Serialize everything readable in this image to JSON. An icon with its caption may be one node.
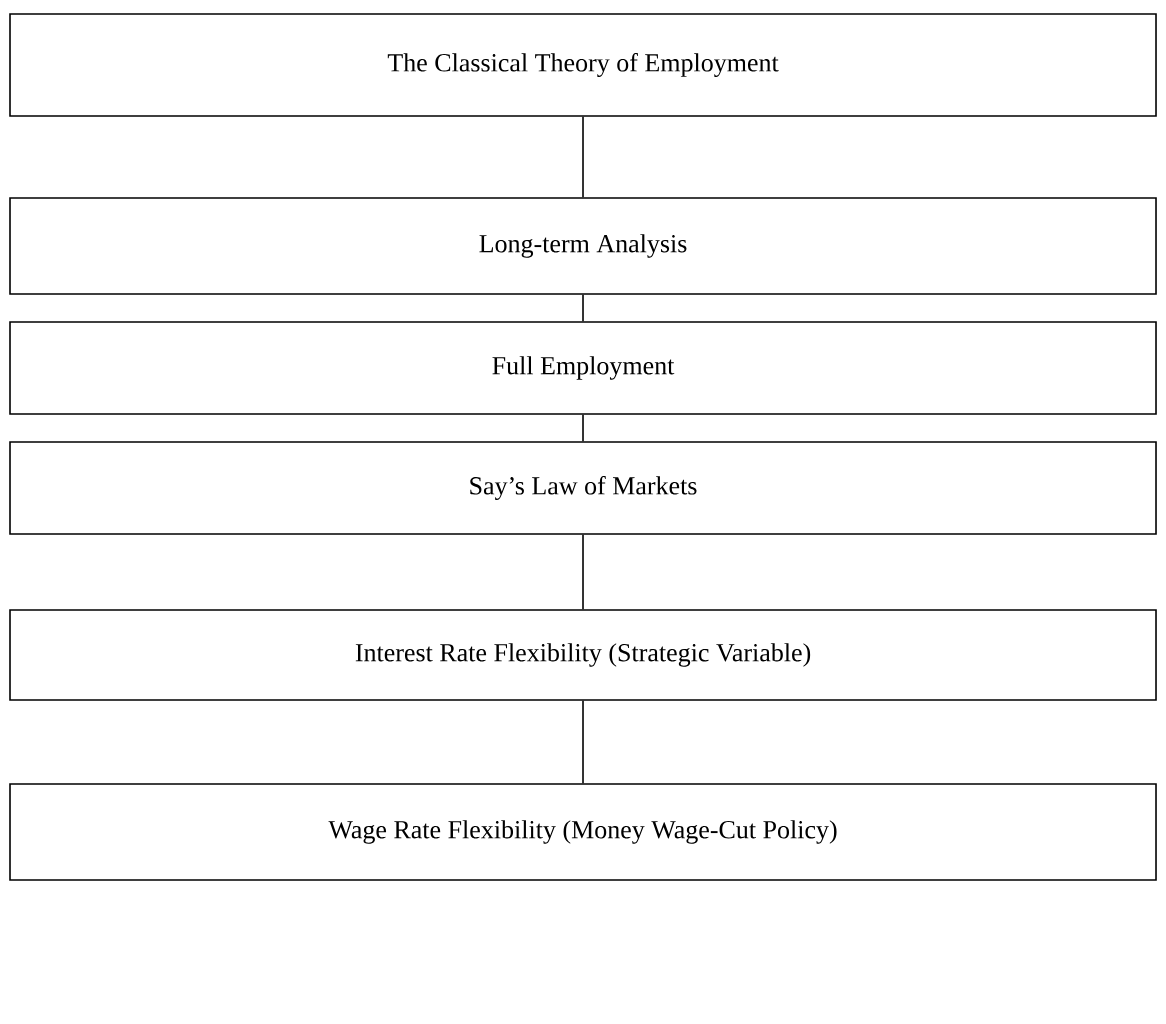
{
  "diagram": {
    "nodes": [
      {
        "text": [
          "The Classical Theory of Employment"
        ]
      },
      {
        "text": [
          "Long-term Analysis"
        ]
      },
      {
        "text": [
          "Full Employment"
        ]
      },
      {
        "text": [
          "Say’s Law of Markets"
        ]
      },
      {
        "text": [
          "Interest Rate Flexibility (Strategic Variable)"
        ]
      },
      {
        "text": [
          "Wage Rate Flexibility (Money Wage-Cut Policy)"
        ]
      }
    ],
    "edges": [
      {
        "from": 0,
        "to": 1,
        "arrow": "none"
      },
      {
        "from": 1,
        "to": 2,
        "arrow": "none"
      },
      {
        "from": 2,
        "to": 3,
        "arrow": "none"
      },
      {
        "from": 3,
        "to": 4,
        "arrow": "none"
      },
      {
        "from": 4,
        "to": 5,
        "arrow": "none"
      }
    ]
  }
}
